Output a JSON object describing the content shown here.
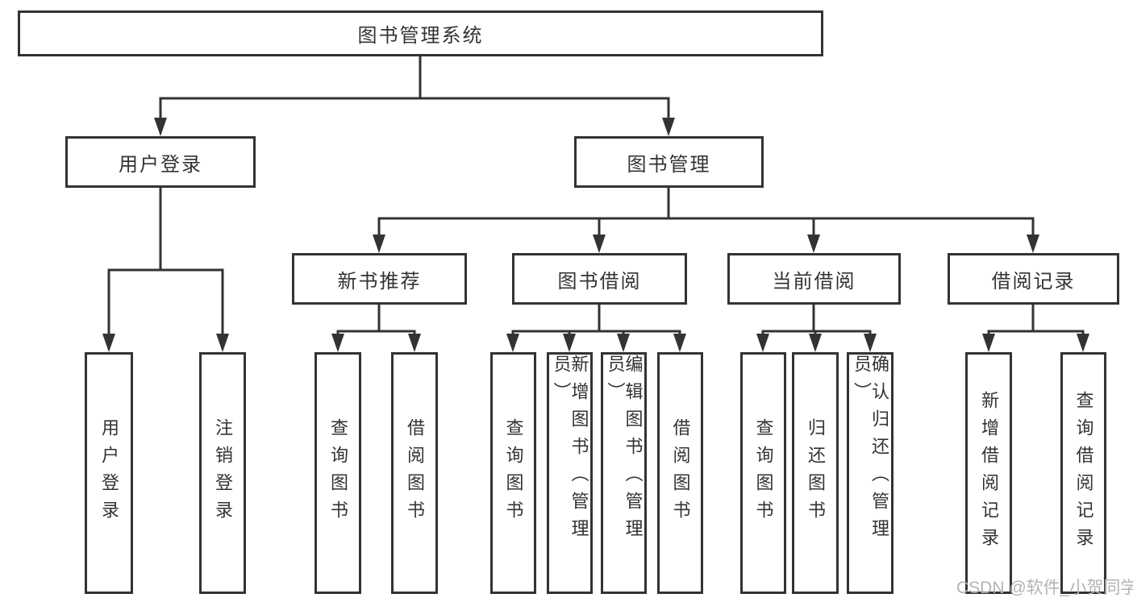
{
  "tree": {
    "label": "图书管理系统",
    "children": [
      {
        "label": "用户登录",
        "children": [
          {
            "label": "用户登录"
          },
          {
            "label": "注销登录"
          }
        ]
      },
      {
        "label": "图书管理",
        "children": [
          {
            "label": "新书推荐",
            "children": [
              {
                "label": "查询图书"
              },
              {
                "label": "借阅图书"
              }
            ]
          },
          {
            "label": "图书借阅",
            "children": [
              {
                "label": "查询图书"
              },
              {
                "label": "新增图书（管理员）"
              },
              {
                "label": "编辑图书（管理员）"
              },
              {
                "label": "借阅图书"
              }
            ]
          },
          {
            "label": "当前借阅",
            "children": [
              {
                "label": "查询图书"
              },
              {
                "label": "归还图书"
              },
              {
                "label": "确认归还（管理员）"
              }
            ]
          },
          {
            "label": "借阅记录",
            "children": [
              {
                "label": "新增借阅记录"
              },
              {
                "label": "查询借阅记录"
              }
            ]
          }
        ]
      }
    ]
  },
  "watermark": {
    "text": "CSDN @软件_小贺同学"
  },
  "colors": {
    "line": "#333333",
    "text": "#333333",
    "box_background": "#ffffff",
    "page_background": "#ffffff",
    "watermark": "#b3b3b3"
  }
}
